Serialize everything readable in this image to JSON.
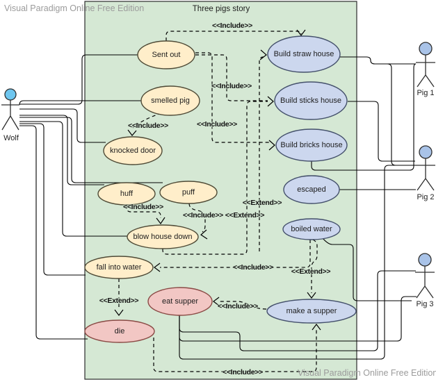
{
  "watermarks": {
    "top_left": "Visual Paradigm Online Free Edition",
    "bottom_right": "Visual Paradigm Online Free Edition"
  },
  "diagram": {
    "title": "Three pigs story",
    "tool": "Visual Paradigm Online Free Edition"
  },
  "actors": {
    "wolf": {
      "name": "Wolf"
    },
    "pig1": {
      "name": "Pig 1"
    },
    "pig2": {
      "name": "Pig 2"
    },
    "pig3": {
      "name": "Pig 3"
    }
  },
  "use_cases": {
    "sent_out": {
      "label": "Sent out"
    },
    "smelled_pig": {
      "label": "smelled pig"
    },
    "knocked_door": {
      "label": "knocked door"
    },
    "huff": {
      "label": "huff"
    },
    "puff": {
      "label": "puff"
    },
    "blow_house_down": {
      "label": "blow house down"
    },
    "fall_into_water": {
      "label": "fall into water"
    },
    "eat_supper": {
      "label": "eat supper"
    },
    "die": {
      "label": "die"
    },
    "build_straw_house": {
      "label": "Build straw house"
    },
    "build_sticks_house": {
      "label": "Build sticks house"
    },
    "build_bricks_house": {
      "label": "Build bricks house"
    },
    "escaped": {
      "label": "escaped"
    },
    "boiled_water": {
      "label": "boiled water"
    },
    "make_a_supper": {
      "label": "make a supper"
    }
  },
  "stereotypes": {
    "include": "<<Include>>",
    "extend": "<<Extend>>"
  },
  "colors": {
    "boundary_fill": "#d5e8d4",
    "usecase_yellow": "#ffeeca",
    "usecase_blue": "#ccd7ee",
    "usecase_pink": "#f2c7c4",
    "actor_head_wolf": "#6ec6ef",
    "actor_head_pig": "#a9c3e8",
    "line": "#000000"
  }
}
